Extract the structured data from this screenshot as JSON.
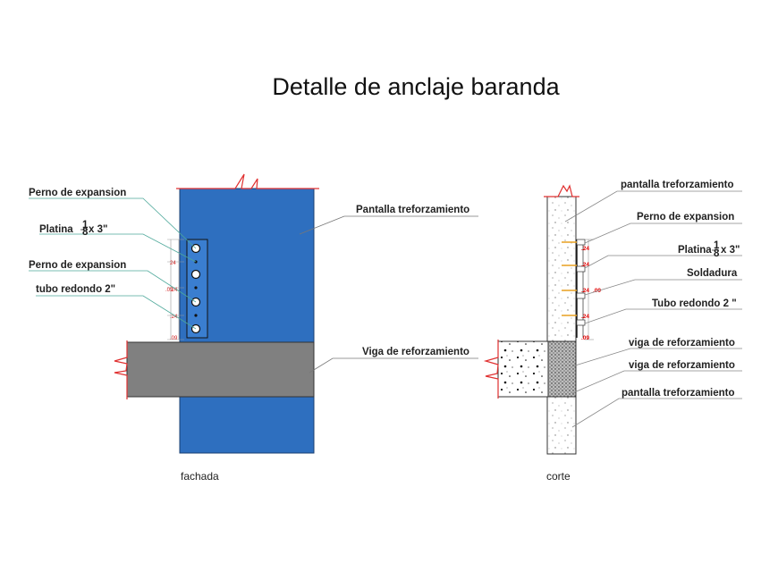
{
  "title": "Detalle de anclaje baranda",
  "fachada": {
    "caption": "fachada",
    "labels": {
      "perno1": "Perno de expansion",
      "platina": "Platina",
      "platina_size": "x 3\"",
      "perno2": "Perno de expansion",
      "tubo": "tubo redondo 2\"",
      "pantalla": "Pantalla treforzamiento",
      "viga": "Viga de reforzamiento"
    },
    "dims": [
      "24",
      ".24",
      ".24",
      ".24",
      ".09",
      ".09"
    ]
  },
  "corte": {
    "caption": "corte",
    "labels": {
      "pantalla_top": "pantalla treforzamiento",
      "perno": "Perno de expansion",
      "platina": "Platina",
      "platina_size": "x 3\"",
      "soldadura": "Soldadura",
      "tubo": "Tubo redondo 2 \"",
      "viga1": "viga de reforzamiento",
      "viga2": "viga de reforzamiento",
      "pantalla_bottom": "pantalla treforzamiento"
    },
    "dims": [
      ".24",
      ".24",
      ".24",
      ".24",
      ".09",
      ".09"
    ]
  },
  "fraction": {
    "num": "1",
    "den": "8"
  },
  "colors": {
    "wall_blue": "#2e6fbf",
    "beam_gray": "#808080",
    "break_red": "#e03030",
    "leader_teal": "#4da89a",
    "leader_gray": "#888888"
  }
}
